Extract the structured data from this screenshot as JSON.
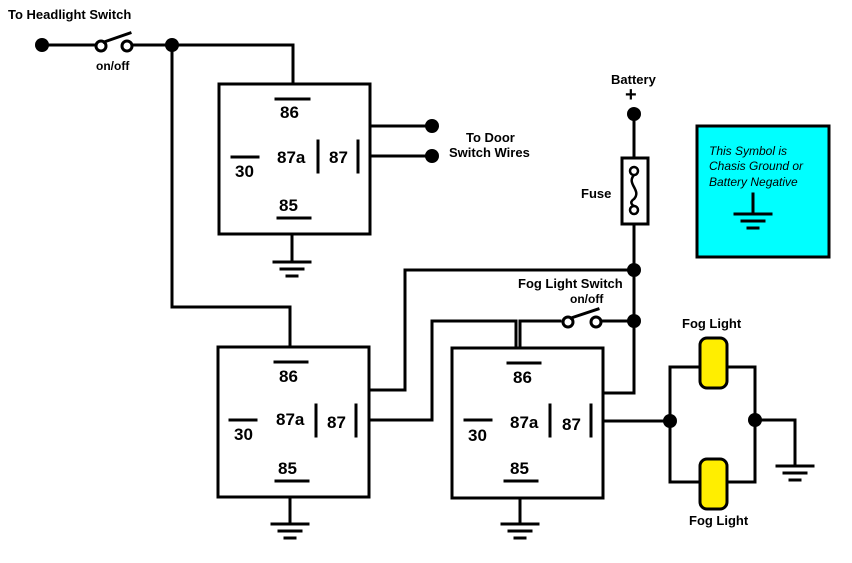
{
  "labels": {
    "headlight_switch": "To Headlight Switch",
    "headlight_switch_state": "on/off",
    "door_switch_line1": "To Door",
    "door_switch_line2": "Switch Wires",
    "battery": "Battery",
    "battery_polarity": "+",
    "fuse": "Fuse",
    "fog_switch": "Fog Light Switch",
    "fog_switch_state": "on/off",
    "fog_light_top": "Fog Light",
    "fog_light_bottom": "Fog Light"
  },
  "legend": {
    "line1": "This Symbol is",
    "line2": "Chasis Ground or",
    "line3": "Battery Negative",
    "bg_color": "#00ffff"
  },
  "relays": [
    {
      "pin86": "86",
      "pin30": "30",
      "pin87a": "87a",
      "pin87": "87",
      "pin85": "85"
    },
    {
      "pin86": "86",
      "pin30": "30",
      "pin87a": "87a",
      "pin87": "87",
      "pin85": "85"
    },
    {
      "pin86": "86",
      "pin30": "30",
      "pin87a": "87a",
      "pin87": "87",
      "pin85": "85"
    }
  ],
  "colors": {
    "wire": "#000000",
    "fog_lamp": "#ffee00",
    "legend_bg": "#00ffff"
  }
}
